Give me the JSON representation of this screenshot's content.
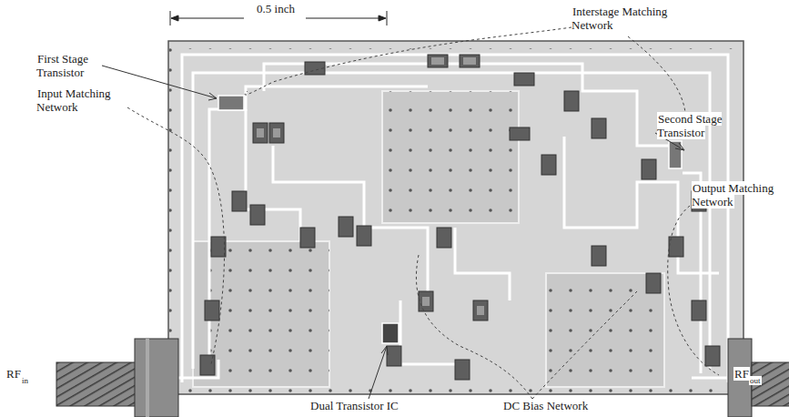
{
  "diagram": {
    "labels": [
      "0.5 inch",
      "Interstage Matching Network",
      "First Stage Transistor",
      "Input Matching Network",
      "Second Stage Transistor",
      "Output Matching Network",
      "RF",
      "in",
      "RF",
      "out",
      "Dual Transistor IC",
      "DC Bias Network"
    ]
  }
}
